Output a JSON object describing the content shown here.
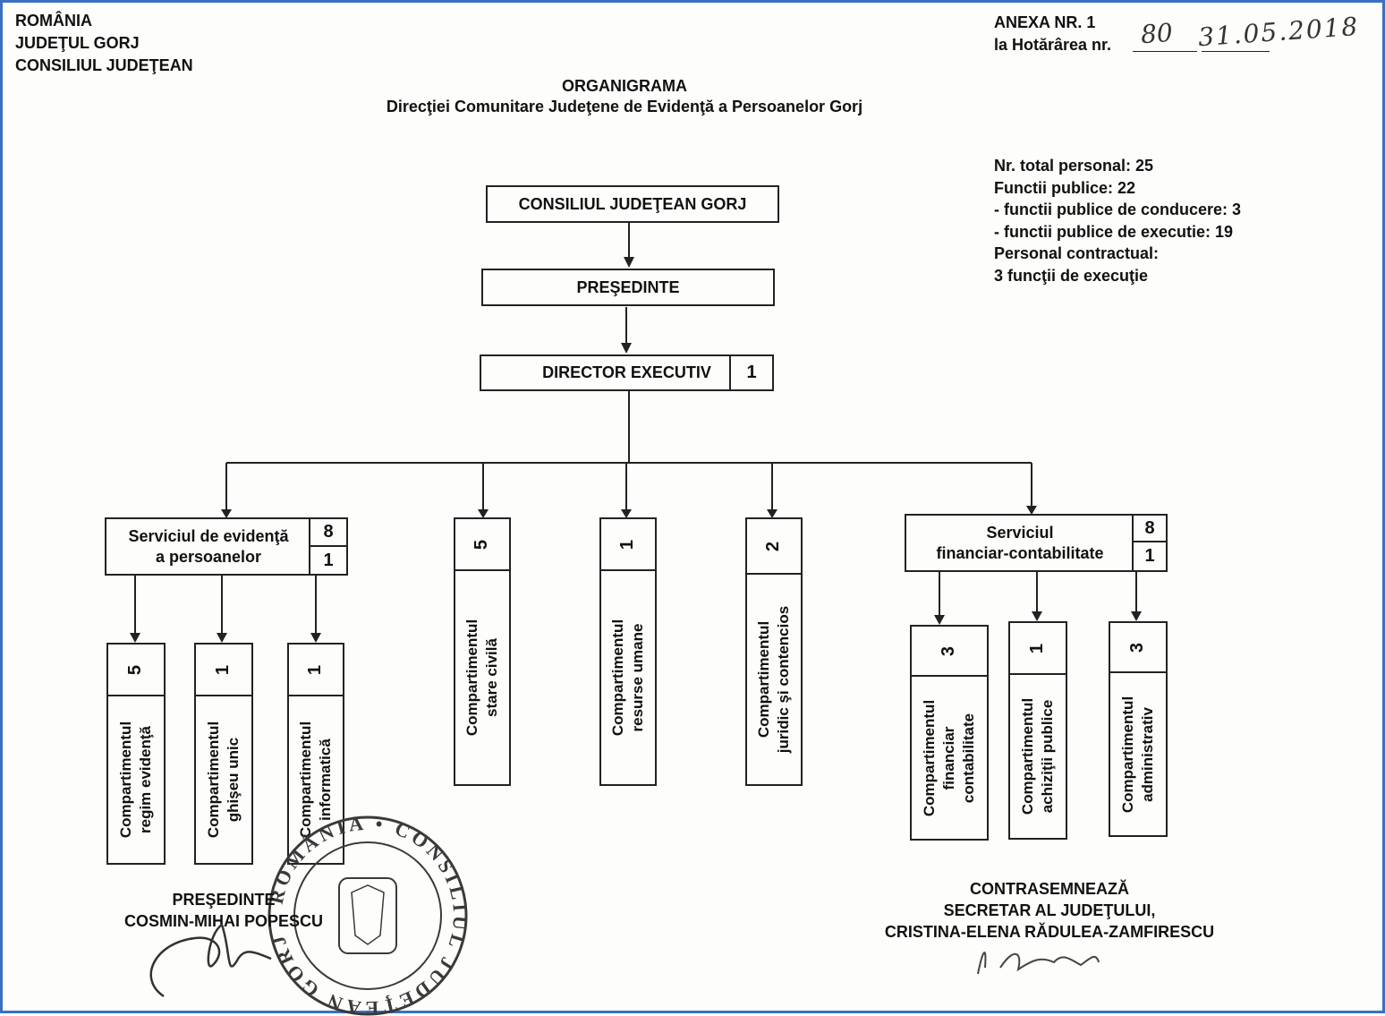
{
  "header_left": {
    "line1": "ROMÂNIA",
    "line2": "JUDEŢUL GORJ",
    "line3": "CONSILIUL JUDEŢEAN"
  },
  "annex": {
    "title": "ANEXA NR. 1",
    "ref_label": "la Hotărârea nr.",
    "handwritten_number": "80",
    "handwritten_date": "31.05.2018"
  },
  "document_title": {
    "line1": "ORGANIGRAMA",
    "line2": "Direcţiei Comunitare Judeţene de Evidenţă a Persoanelor Gorj"
  },
  "staff_summary": {
    "line1": "Nr. total personal: 25",
    "line2": "Functii publice: 22",
    "line3": "- functii publice de conducere: 3",
    "line4": "- functii publice de executie: 19",
    "line5": "Personal contractual:",
    "line6": "3 funcţii de execuţie"
  },
  "org_chart": {
    "council": "CONSILIUL JUDEŢEAN GORJ",
    "president": "PREŞEDINTE",
    "director": {
      "label": "DIRECTOR EXECUTIV",
      "count": "1"
    },
    "service_evidenta": {
      "line1": "Serviciul de evidenţă",
      "line2": "a persoanelor",
      "count_top": "8",
      "count_bottom": "1"
    },
    "service_financiar": {
      "line1": "Serviciul",
      "line2": "financiar-contabilitate",
      "count_top": "8",
      "count_bottom": "1"
    },
    "compartments": [
      {
        "line1": "Compartimentul",
        "line2": "regim evidenţă",
        "count": "5"
      },
      {
        "line1": "Compartimentul",
        "line2": "ghişeu unic",
        "count": "1"
      },
      {
        "line1": "Compartimentul",
        "line2": "informatică",
        "count": "1"
      },
      {
        "line1": "Compartimentul",
        "line2": "stare civilă",
        "count": "5"
      },
      {
        "line1": "Compartimentul",
        "line2": "resurse umane",
        "count": "1"
      },
      {
        "line1": "Compartimentul",
        "line2": "juridic şi contencios",
        "count": "2"
      },
      {
        "line1": "Compartimentul",
        "line2": "financiar",
        "line3": "contabilitate",
        "count": "3"
      },
      {
        "line1": "Compartimentul",
        "line2": "achiziţii publice",
        "count": "1"
      },
      {
        "line1": "Compartimentul",
        "line2": "administrativ",
        "count": "3"
      }
    ]
  },
  "signature_left": {
    "title": "PREŞEDINTE",
    "name": "COSMIN-MIHAI POPESCU"
  },
  "signature_right": {
    "line1": "CONTRASEMNEAZĂ",
    "line2": "SECRETAR AL JUDEŢULUI,",
    "line3": "CRISTINA-ELENA RĂDULEA-ZAMFIRESCU"
  },
  "stamp": {
    "text": "ROMÂNIA • CONSILIUL JUDEŢEAN GORJ"
  },
  "colors": {
    "frame": "#3a6fc4",
    "ink": "#111111",
    "pen": "#333333"
  }
}
